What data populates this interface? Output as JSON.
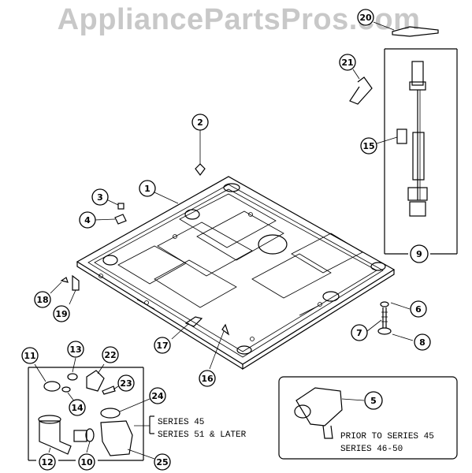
{
  "watermark": "AppliancePartsPros.com",
  "callouts": [
    "1",
    "2",
    "3",
    "4",
    "5",
    "6",
    "7",
    "8",
    "9",
    "10",
    "11",
    "12",
    "13",
    "14",
    "15",
    "16",
    "17",
    "18",
    "19",
    "20",
    "21",
    "22",
    "23",
    "24",
    "25"
  ],
  "notes": {
    "series_line1": "SERIES 45",
    "series_line2": "SERIES 51 & LATER",
    "prior_line1": "PRIOR TO SERIES 45",
    "prior_line2": "SERIES 46-50"
  }
}
